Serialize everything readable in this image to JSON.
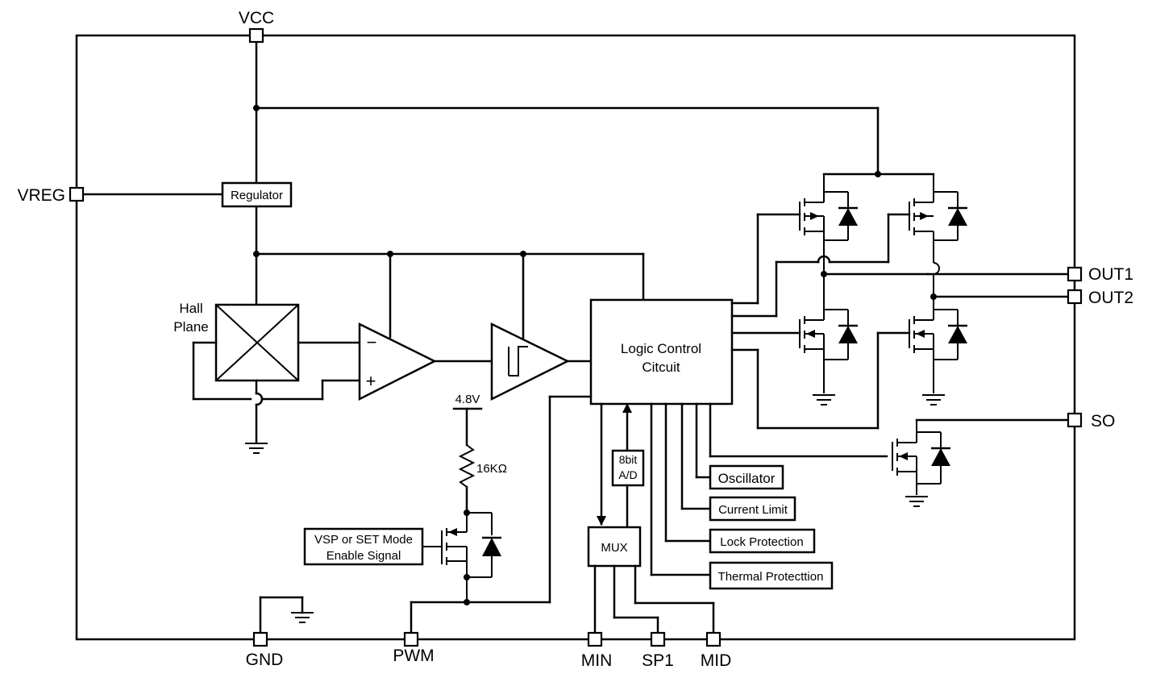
{
  "pins": {
    "vcc": "VCC",
    "vreg": "VREG",
    "gnd": "GND",
    "pwm": "PWM",
    "min": "MIN",
    "sp1": "SP1",
    "mid": "MID",
    "out1": "OUT1",
    "out2": "OUT2",
    "so": "SO"
  },
  "blocks": {
    "regulator": "Regulator",
    "hall_line1": "Hall",
    "hall_line2": "Plane",
    "logic_line1": "Logic Control",
    "logic_line2": "Citcuit",
    "mux": "MUX",
    "adc_line1": "8bit",
    "adc_line2": "A/D",
    "oscillator": "Oscillator",
    "current_limit": "Current Limit",
    "lock_protection": "Lock Protection",
    "thermal_protection": "Thermal Protecttion",
    "vsp_line1": "VSP or SET Mode",
    "vsp_line2": "Enable Signal"
  },
  "components": {
    "supply_voltage": "4.8V",
    "resistor_value": "16KΩ",
    "opamp_minus": "−",
    "opamp_plus": "+"
  }
}
